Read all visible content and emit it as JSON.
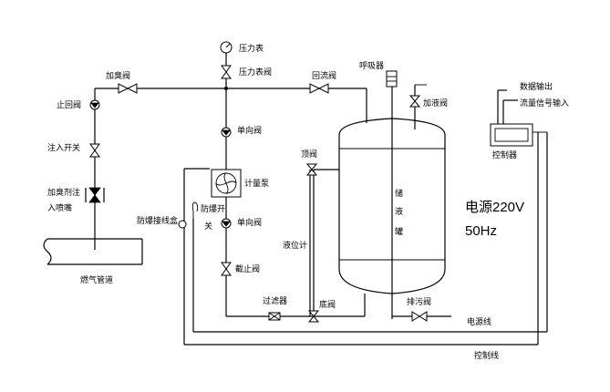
{
  "labels": {
    "pressure_gauge": "压力表",
    "pressure_valve": "压力表阀",
    "odorant_valve": "加臭阀",
    "return_valve": "回流阀",
    "breather": "呼吸器",
    "fill_valve": "加液阀",
    "check_valve_left": "止回阀",
    "check_valve_1": "单向阀",
    "injection_switch": "注入开关",
    "top_valve": "顶阀",
    "metering_pump": "计量泵",
    "injection_nozzle_line1": "加臭剂注",
    "injection_nozzle_line2": "入喷嘴",
    "explosion_proof_box": "防爆接线盒",
    "explosion_switch_line1": "防爆开",
    "explosion_switch_line2": "关",
    "check_valve_2": "单向阀",
    "level_gauge": "液位计",
    "stop_valve": "截止阀",
    "gas_pipeline": "燃气管道",
    "filter": "过滤器",
    "bottom_valve": "底阀",
    "drain_valve": "排污阀",
    "power_line": "电源线",
    "control_line": "控制线",
    "tank_char1": "储",
    "tank_char2": "液",
    "tank_char3": "罐",
    "data_output": "数据输出",
    "flow_signal_input": "流量信号输入",
    "controller": "控制器",
    "power_voltage": "电源220V",
    "power_freq": "50Hz"
  }
}
